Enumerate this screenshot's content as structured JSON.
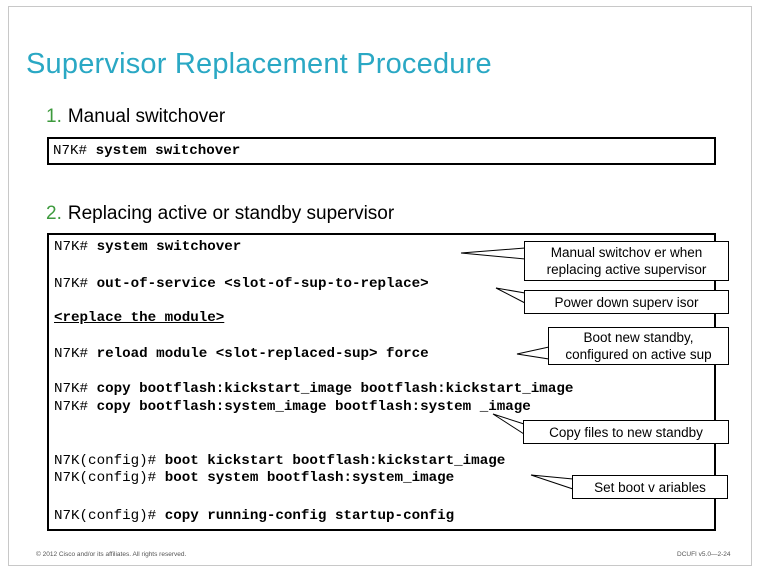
{
  "title": "Supervisor Replacement Procedure",
  "step1": {
    "number": "1.",
    "label": "Manual switchover"
  },
  "step1_code": {
    "prompt": "N7K#",
    "command": "system switchover"
  },
  "step2": {
    "number": "2.",
    "label": "Replacing active or standby supervisor"
  },
  "step2_code": {
    "line1": {
      "prompt": "N7K#",
      "command": "system switchover"
    },
    "line2": {
      "prompt": "N7K#",
      "command": "out-of-service <slot-of-sup-to-replace>"
    },
    "line3": {
      "text": "<replace the module>"
    },
    "line4": {
      "prompt": "N7K#",
      "command": "reload module <slot-replaced-sup> force"
    },
    "line5": {
      "prompt": "N7K#",
      "command": "copy bootflash:kickstart_image bootflash:kickstart_image"
    },
    "line6": {
      "prompt": "N7K#",
      "command": "copy bootflash:system_image bootflash:system _image"
    },
    "line7": {
      "prompt": "N7K(config)#",
      "command": "boot kickstart bootflash:kickstart_image"
    },
    "line8": {
      "prompt": "N7K(config)#",
      "command": "boot system bootflash:system_image"
    },
    "line9": {
      "prompt": "N7K(config)#",
      "command": "copy running-config startup-config"
    }
  },
  "callouts": {
    "manual_switchover": {
      "line1": "Manual switchov er when",
      "line2": "replacing active supervisor"
    },
    "power_down": "Power down superv isor",
    "boot_standby": {
      "line1": "Boot new standby,",
      "line2": "configured on active sup"
    },
    "copy_files": "Copy files to new standby",
    "set_boot": "Set boot v ariables"
  },
  "footer": {
    "copyright": "© 2012 Cisco and/or its affiliates. All rights reserved.",
    "course_id": "DCUFI v5.0—2-24"
  },
  "colors": {
    "title": "#2aa8c4",
    "step_number": "#3d9a3d"
  }
}
